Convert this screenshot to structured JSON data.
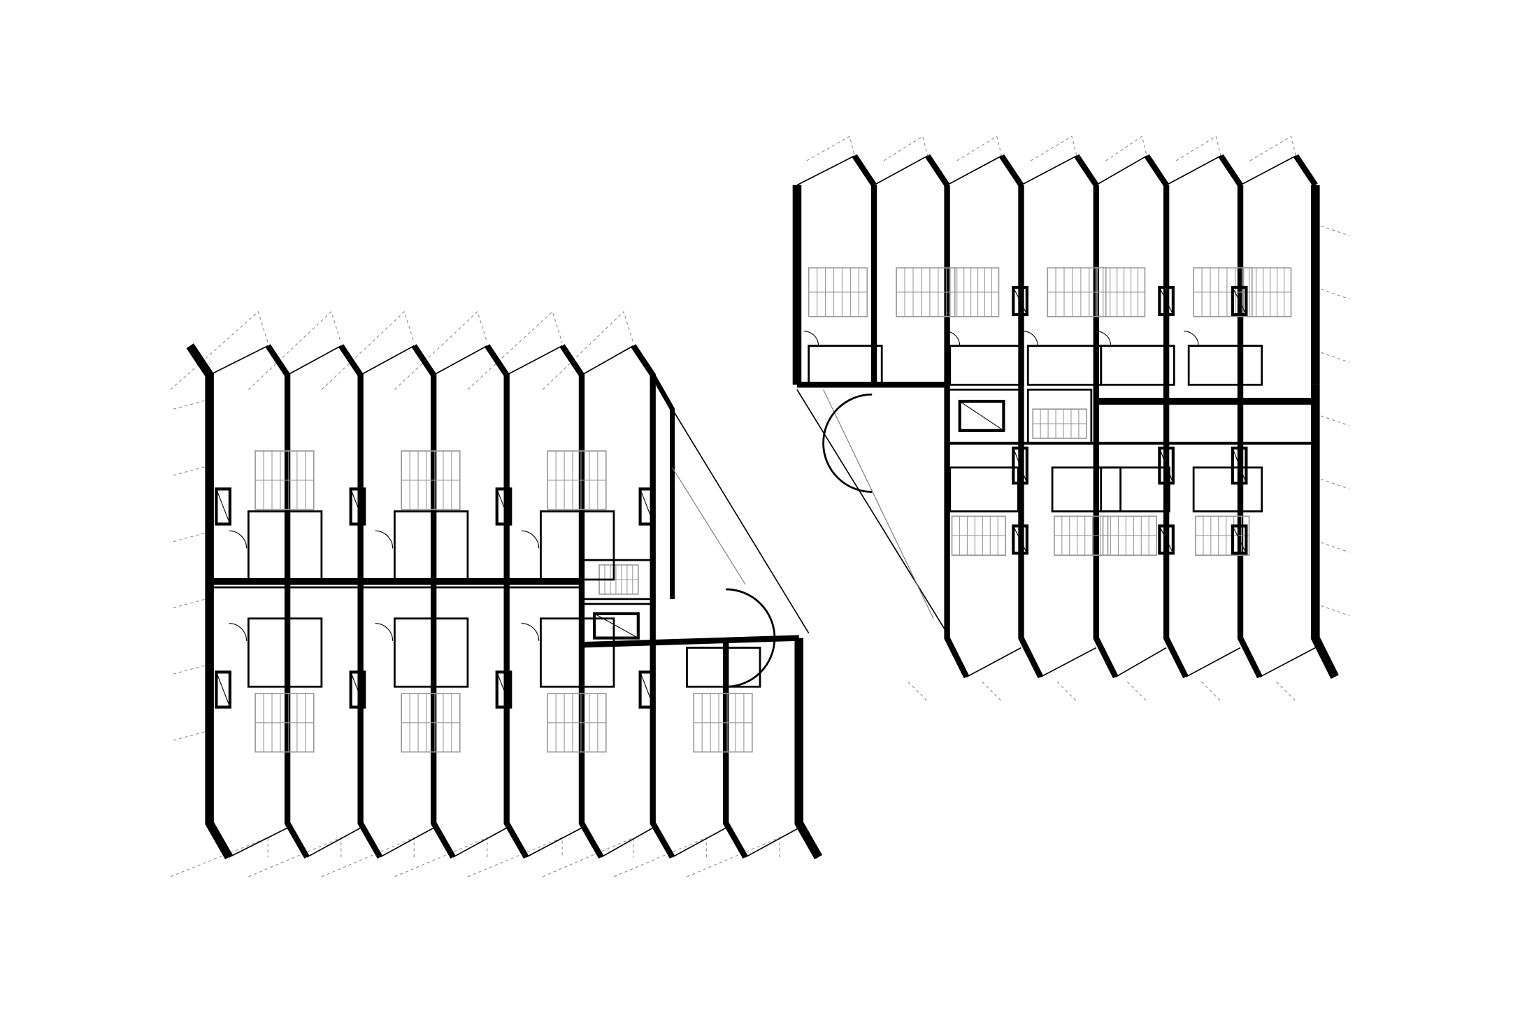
{
  "drawing": {
    "type": "architectural floor plan",
    "background": "#ffffff",
    "colors": {
      "wall": "#000000",
      "partition": "#000000",
      "stair": "#9a9a9a",
      "balcony_outline": "#8c8c8c"
    },
    "buildings": [
      {
        "id": "west-block",
        "upper_units": 6,
        "lower_units": 8,
        "has_corridor": true,
        "has_core": true
      },
      {
        "id": "east-block",
        "upper_units": 7,
        "lower_units": 5,
        "has_corridor": true,
        "has_core": true
      }
    ]
  }
}
